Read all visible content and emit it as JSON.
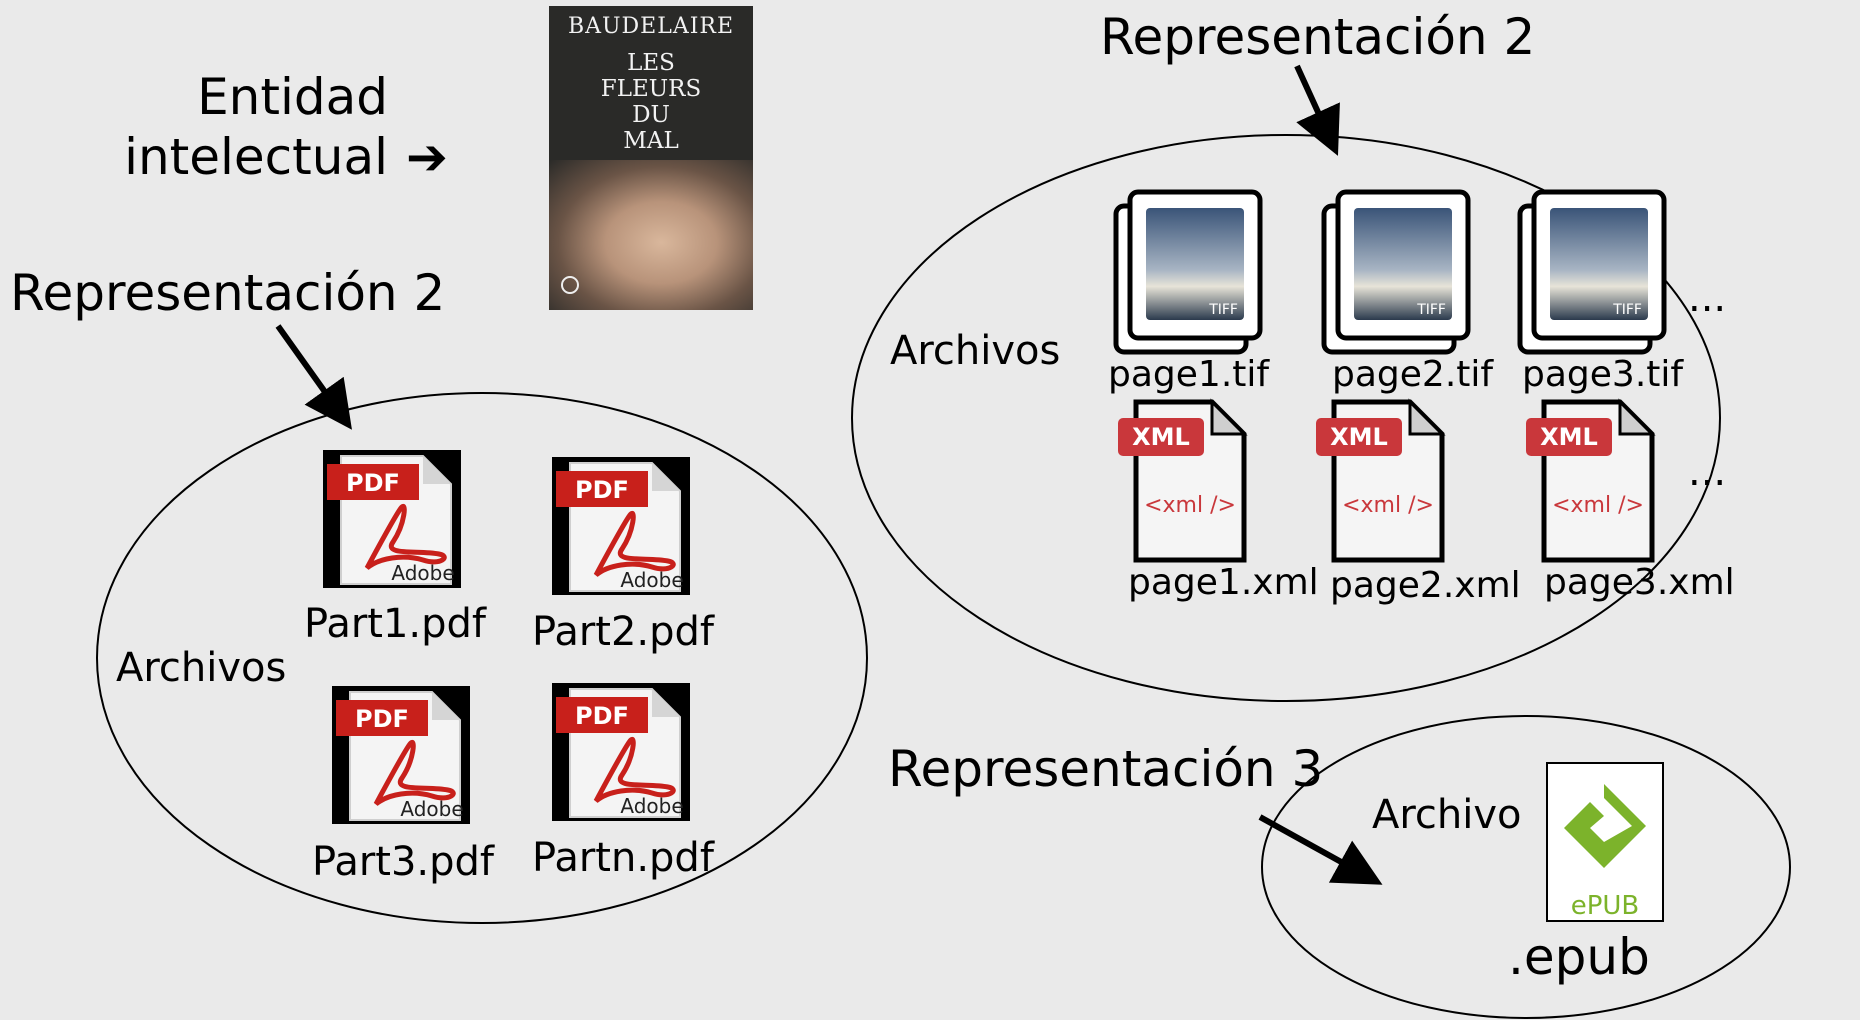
{
  "intellectual_entity": {
    "line1": "Entidad",
    "line2": "intelectual",
    "arrow": "➔"
  },
  "book_cover": {
    "author": "BAUDELAIRE",
    "title": "LES\nFLEURS\nDU\nMAL"
  },
  "rep_pdf": {
    "label": "Representación 2",
    "files_label": "Archivos",
    "icon_badge": "PDF",
    "icon_brand": "Adobe",
    "files": [
      "Part1.pdf",
      "Part2.pdf",
      "Part3.pdf",
      "Partn.pdf"
    ]
  },
  "rep_images": {
    "label": "Representación 2",
    "files_label": "Archivos",
    "tiff_badge": "TIFF",
    "xml_badge": "XML",
    "xml_tag": "<xml />",
    "tif_files": [
      "page1.tif",
      "page2.tif",
      "page3.tif"
    ],
    "xml_files": [
      "page1.xml",
      "page2.xml",
      "page3.xml"
    ],
    "ellipsis": "..."
  },
  "rep_epub": {
    "label": "Representación 3",
    "file_label": "Archivo",
    "epub_text": "ePUB",
    "extension": ".epub"
  }
}
